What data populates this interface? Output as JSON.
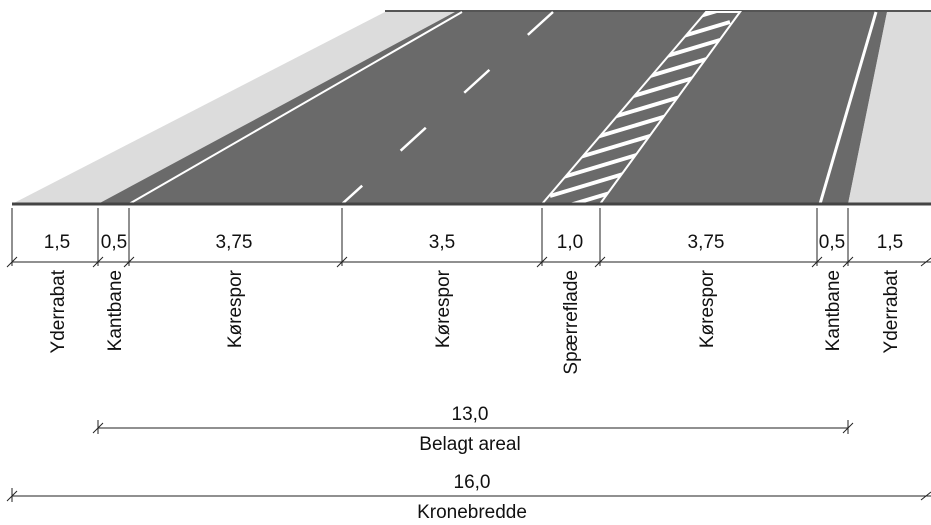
{
  "segments": [
    {
      "width": "1,5",
      "label": "Yderrabat"
    },
    {
      "width": "0,5",
      "label": "Kantbane"
    },
    {
      "width": "3,75",
      "label": "Kørespor"
    },
    {
      "width": "3,5",
      "label": "Kørespor"
    },
    {
      "width": "1,0",
      "label": "Spærreflade"
    },
    {
      "width": "3,75",
      "label": "Kørespor"
    },
    {
      "width": "0,5",
      "label": "Kantbane"
    },
    {
      "width": "1,5",
      "label": "Yderrabat"
    }
  ],
  "paved": {
    "value": "13,0",
    "label": "Belagt areal"
  },
  "crown": {
    "value": "16,0",
    "label": "Kronebredde"
  },
  "colors": {
    "asphalt": "#6a6a6a",
    "shoulder": "#dcdcdc",
    "marking": "#ffffff",
    "line": "#222222"
  }
}
